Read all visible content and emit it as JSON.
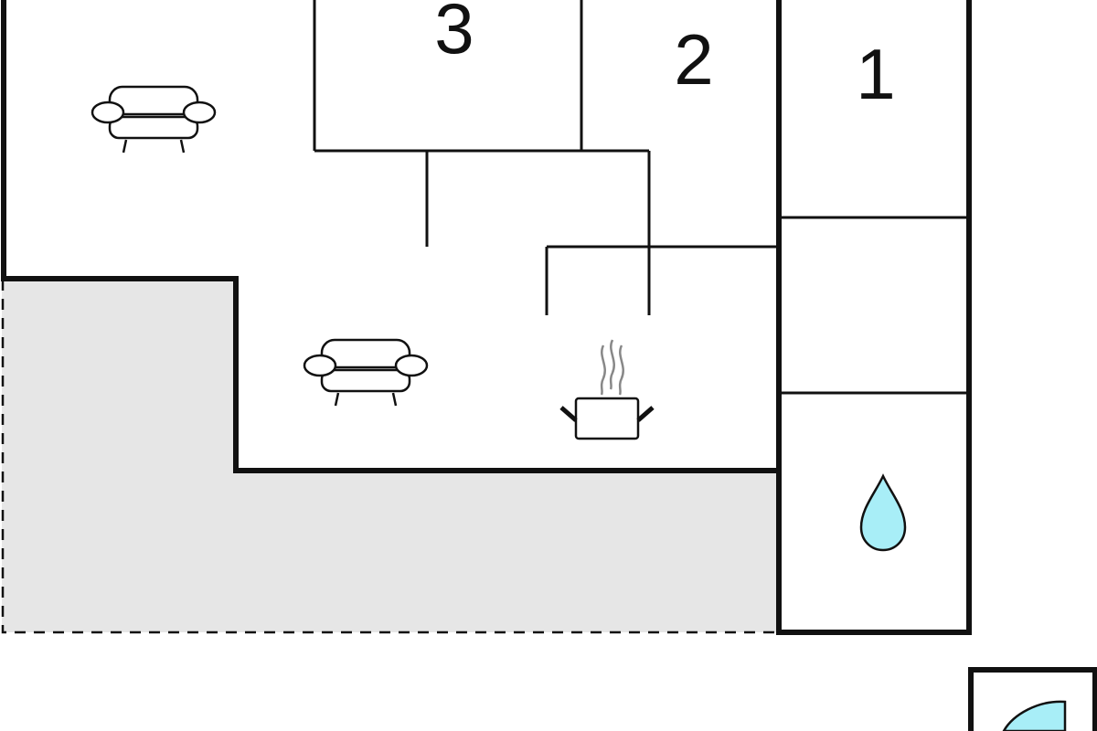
{
  "floorplan": {
    "rooms": [
      {
        "id": "room-3",
        "number": "3"
      },
      {
        "id": "room-2",
        "number": "2"
      },
      {
        "id": "room-1",
        "number": "1"
      }
    ],
    "icons": [
      "sofa-icon",
      "sofa-icon",
      "cooking-pot-icon",
      "water-drop-icon",
      "door-swing-icon"
    ],
    "colors": {
      "wall": "#111111",
      "terrace_fill": "#e6e6e6",
      "water_drop": "#a8eef7",
      "door_swing": "#a8eef7",
      "steam": "#888888",
      "background": "#ffffff"
    }
  }
}
